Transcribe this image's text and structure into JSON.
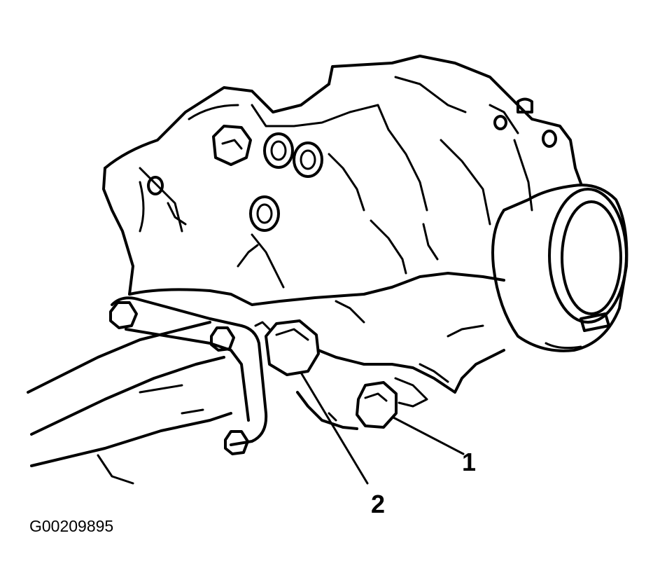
{
  "figure": {
    "callouts": [
      {
        "label": "1"
      },
      {
        "label": "2"
      }
    ],
    "figure_id": "G00209895"
  }
}
